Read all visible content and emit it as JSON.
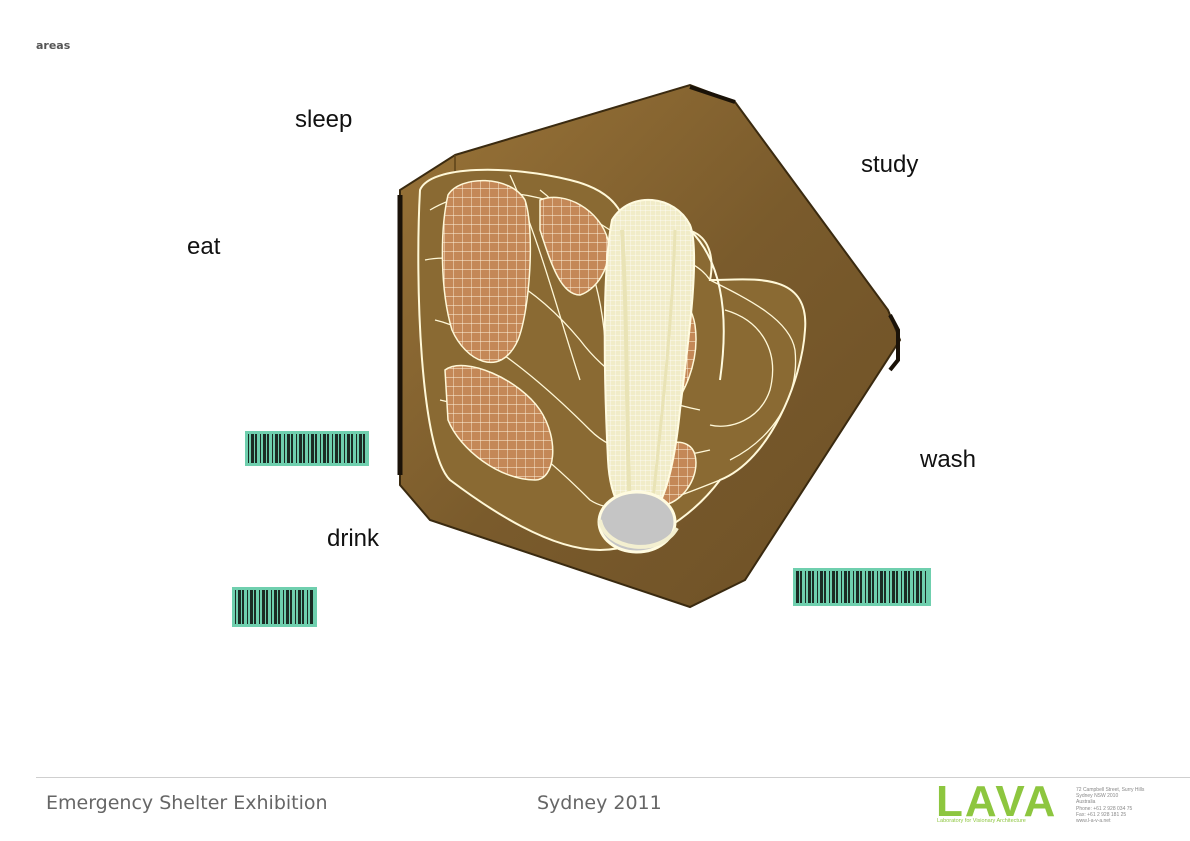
{
  "page": {
    "section_title": "areas"
  },
  "areas": {
    "sleep": "sleep",
    "study": "study",
    "eat": "eat",
    "wash": "wash",
    "drink": "drink"
  },
  "colors": {
    "shell": "#7c5f2f",
    "shell_light": "#a57d3c",
    "pad": "#c48857",
    "wireframe": "#fff8d8",
    "basin": "#c5c5c5",
    "barcode": "#6fcfae",
    "logo": "#8dc63f"
  },
  "footer": {
    "title": "Emergency Shelter Exhibition",
    "location": "Sydney 2011",
    "logo_word": "LAVA",
    "logo_tagline": "Laboratory for Visionary Architecture",
    "address": [
      "72 Campbell Street, Surry Hills",
      "Sydney NSW 2010",
      "Australia",
      "Phone: +61 2 928 034 75",
      "Fax:     +61 2 928 181 25",
      "www.l-a-v-a.net"
    ]
  }
}
